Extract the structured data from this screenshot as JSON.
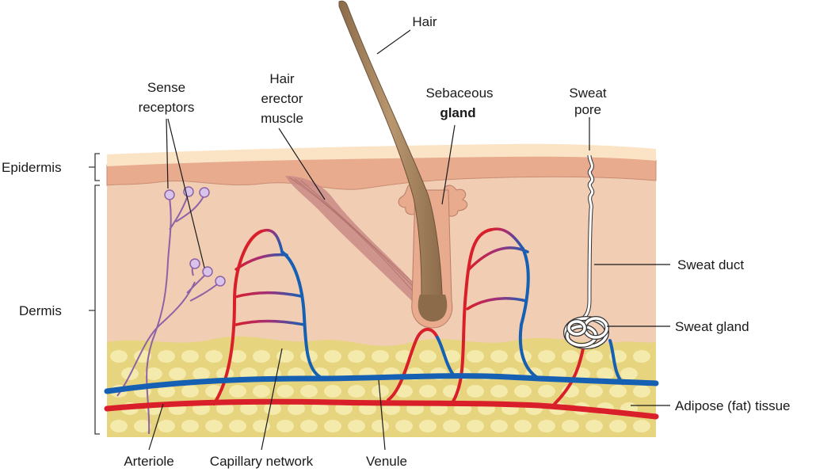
{
  "colors": {
    "epidermis_outer": "#fbe3c6",
    "epidermis_inner": "#e8ab8e",
    "dermis": "#f1cdb3",
    "adipose": "#e7d47e",
    "fat_cell": "#f7efb8",
    "arteriole": "#d9202a",
    "venule": "#1660b4",
    "hair": "#a88764",
    "muscle": "#c98a85",
    "nerve": "#8d62a6",
    "sweat_gland": "#ffffff"
  },
  "labels": {
    "epidermis": "Epidermis",
    "dermis": "Dermis",
    "sense_receptors_1": "Sense",
    "sense_receptors_2": "receptors",
    "hair_erector_1": "Hair",
    "hair_erector_2": "erector",
    "hair_erector_3": "muscle",
    "hair": "Hair",
    "sebaceous_1": "Sebaceous",
    "sebaceous_2": "gland",
    "sweat_pore_1": "Sweat",
    "sweat_pore_2": "pore",
    "sweat_duct": "Sweat duct",
    "sweat_gland": "Sweat gland",
    "adipose": "Adipose (fat) tissue",
    "arteriole": "Arteriole",
    "capillary_network": "Capillary network",
    "venule": "Venule"
  }
}
